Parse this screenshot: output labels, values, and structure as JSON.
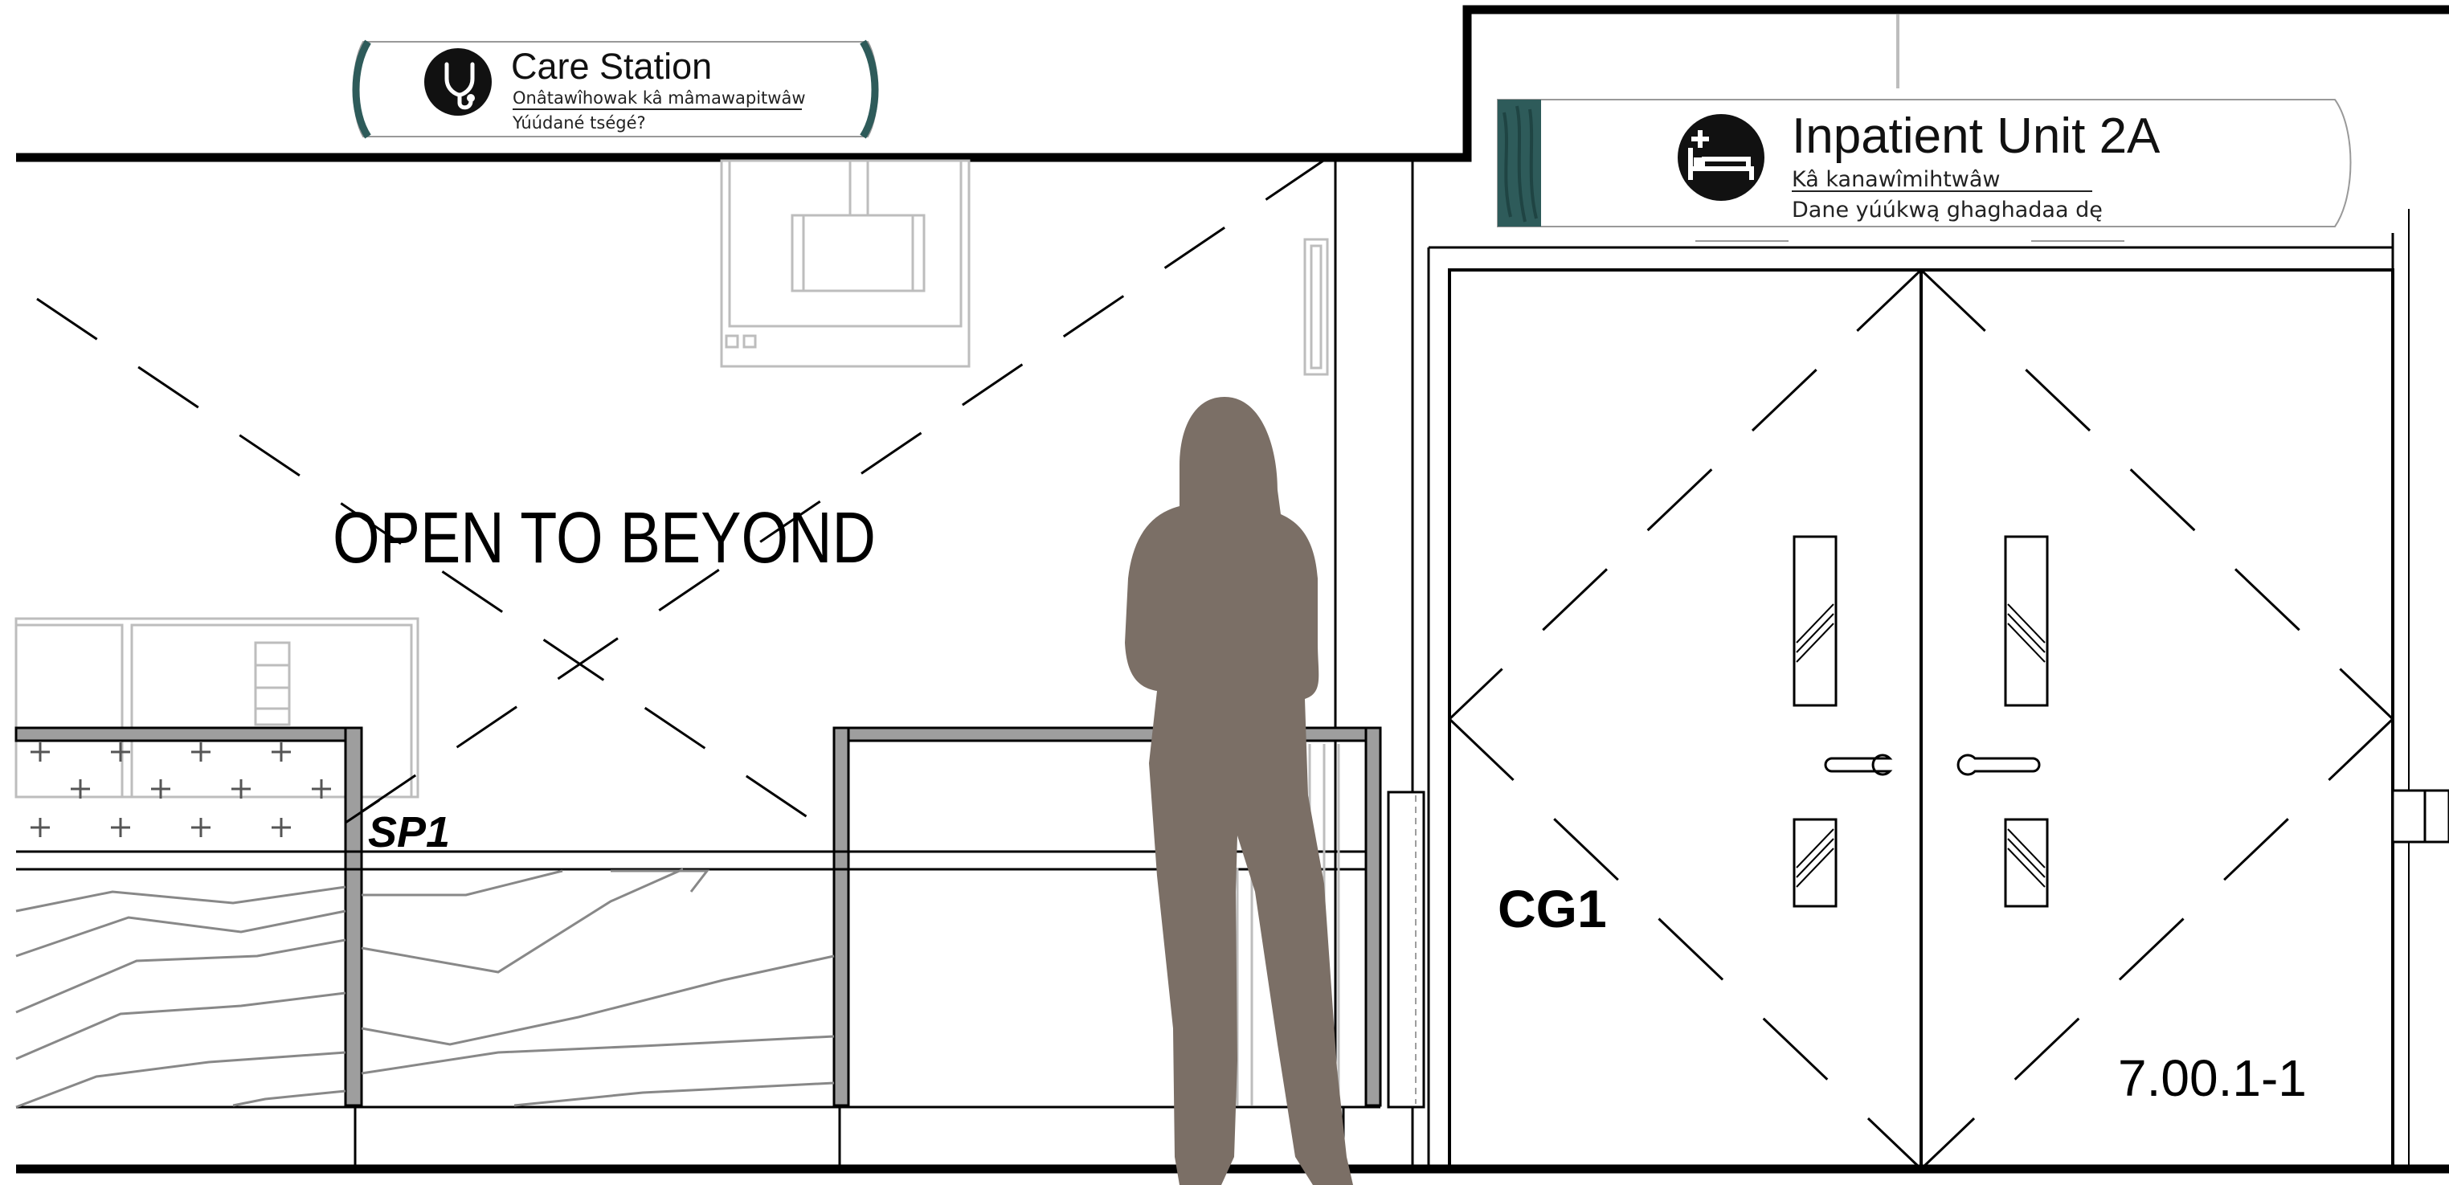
{
  "care_station_sign": {
    "title": "Care Station",
    "line_cree": "Onâtawîhowak kâ mâmawapitwâw",
    "line_dene": "Yúúdané tségé?",
    "icon": "stethoscope-icon"
  },
  "inpatient_sign": {
    "title": "Inpatient Unit 2A",
    "line_cree": "Kâ kanawîmihtwâw",
    "line_dene": "Dane yúúkwą ghaghadaa dę",
    "icon": "hospital-bed-icon"
  },
  "annotations": {
    "open_to_beyond": "OPEN TO BEYOND",
    "sp1": "SP1",
    "cg1": "CG1",
    "door_number": "7.00.1-1"
  },
  "colors": {
    "line": "#000000",
    "light_line": "#bdbdbd",
    "counter_grey": "#9e9e9e",
    "silhouette": "#7b6f66",
    "sign_accent": "#2e5b5a",
    "sign_accent_dark": "#1f4443"
  }
}
